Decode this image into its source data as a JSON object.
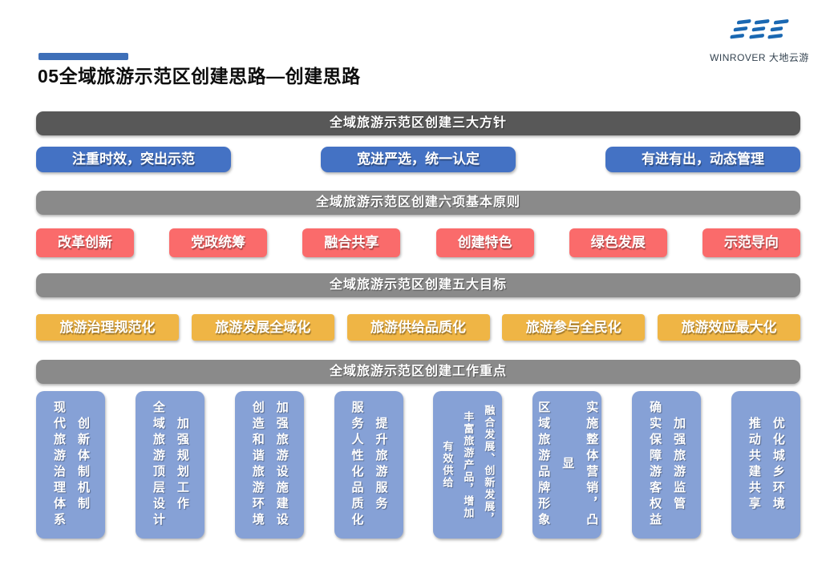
{
  "logo": {
    "brand": "WINROVER 大地云游"
  },
  "title": "05全域旅游示范区创建思路—创建思路",
  "colors": {
    "accent": "#3E6FB8",
    "banner-dark": "#585858",
    "banner-gray": "#8A8A8A",
    "blue-btn": "#4472C4",
    "red-btn": "#FA6B6B",
    "yellow-btn": "#EFB545",
    "card-blue": "#86A1D6",
    "logo-blue": "#1A68B2"
  },
  "sections": [
    {
      "banner": "全域旅游示范区创建三大方针",
      "items": [
        "注重时效，突出示范",
        "宽进严选，统一认定",
        "有进有出，动态管理"
      ]
    },
    {
      "banner": "全域旅游示范区创建六项基本原则",
      "items": [
        "改革创新",
        "党政统筹",
        "融合共享",
        "创建特色",
        "绿色发展",
        "示范导向"
      ]
    },
    {
      "banner": "全域旅游示范区创建五大目标",
      "items": [
        "旅游治理规范化",
        "旅游发展全域化",
        "旅游供给品质化",
        "旅游参与全民化",
        "旅游效应最大化"
      ]
    },
    {
      "banner": "全域旅游示范区创建工作重点",
      "items": [
        {
          "cols": [
            "创新体制机制",
            "现代旅游治理体系"
          ]
        },
        {
          "cols": [
            "加强规划工作",
            "全域旅游顶层设计"
          ]
        },
        {
          "cols": [
            "加强旅游设施建设",
            "创造和谐旅游环境"
          ]
        },
        {
          "cols": [
            "提升旅游服务",
            "服务人性化品质化"
          ]
        },
        {
          "cols": [
            "融合发展、创新发展，",
            "丰富旅游产品，增加",
            "有效供给"
          ]
        },
        {
          "cols": [
            "实施整体营销，凸显",
            "区域旅游品牌形象"
          ]
        },
        {
          "cols": [
            "加强旅游监管",
            "确实保障游客权益"
          ]
        },
        {
          "cols": [
            "优化城乡环境",
            "推动共建共享"
          ]
        }
      ]
    }
  ]
}
